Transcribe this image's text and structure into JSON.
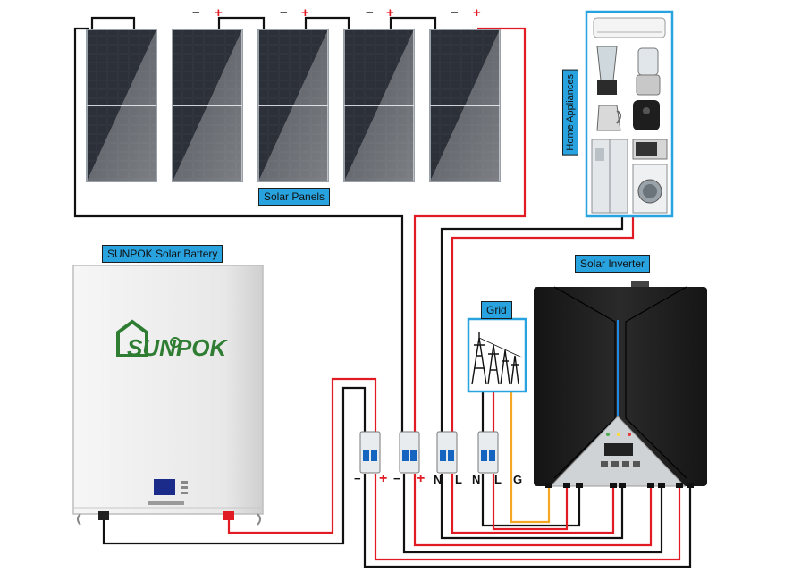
{
  "labels": {
    "solar_panels": "Solar Panels",
    "home_appliances": "Home Appliances",
    "battery": "SUNPOK Solar Battery",
    "inverter": "Solar Inverter",
    "grid": "Grid"
  },
  "brand": {
    "logo_text": "SUNPOK"
  },
  "panel_signs": [
    "−",
    "+",
    "−",
    "+",
    "−",
    "+",
    "−",
    "+"
  ],
  "breaker_terminals": [
    "−",
    "+",
    "−",
    "+",
    "N",
    "L",
    "N",
    "L",
    "G"
  ],
  "colors": {
    "positive_wire": "#e01b24",
    "negative_wire": "#111111",
    "ground_wire": "#f5a623",
    "label_bg": "#29a3e0",
    "appliance_border": "#29a3e0",
    "inverter_body": "#1f1f1f",
    "battery_body": "#ececec",
    "logo_green": "#2e7d32"
  }
}
